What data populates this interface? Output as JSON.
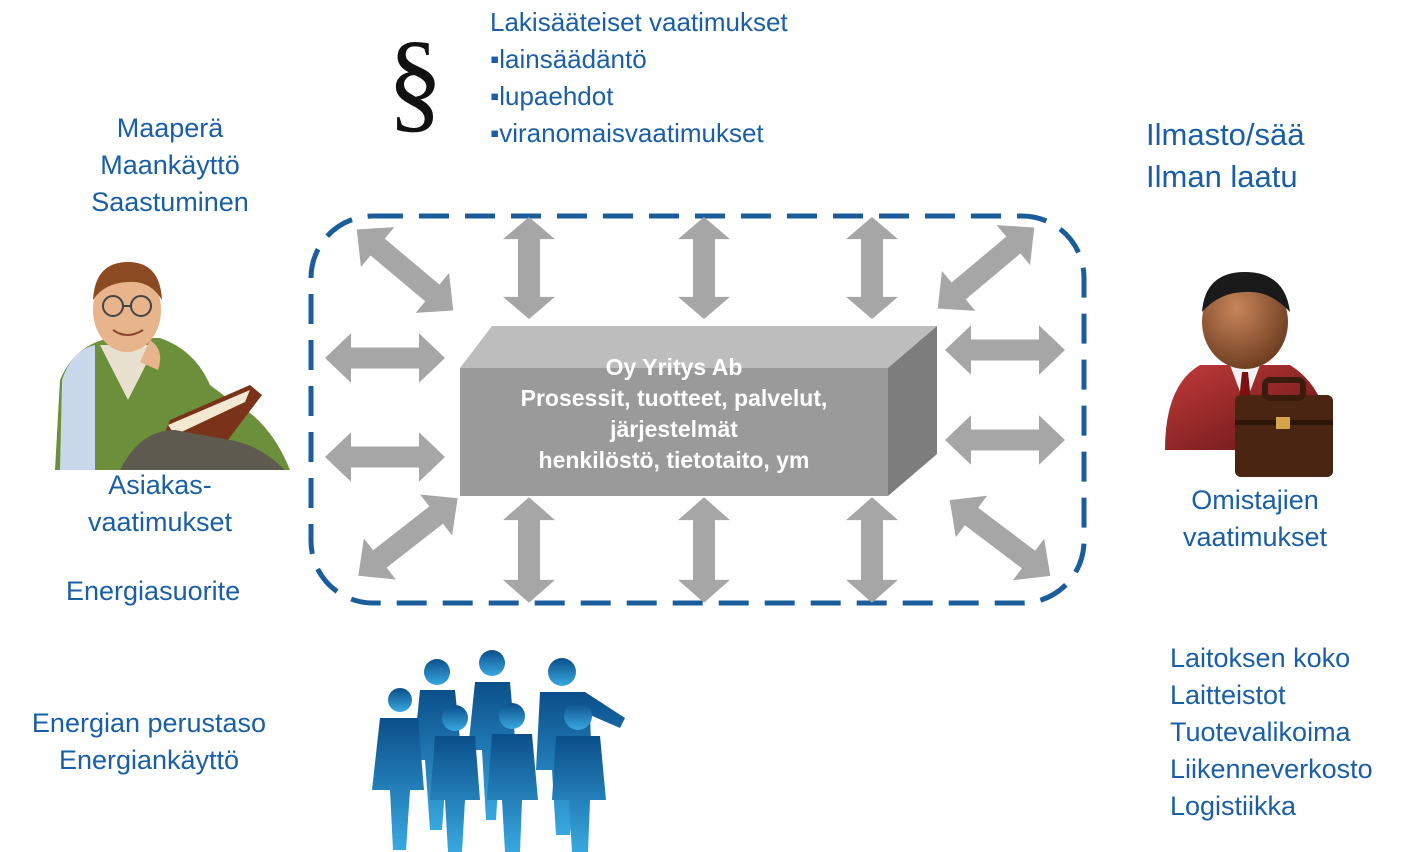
{
  "legal": {
    "symbol": "§",
    "title": "Lakisääteiset vaatimukset",
    "items": [
      "lainsäädäntö",
      "lupaehdot",
      "viranomaisvaatimukset"
    ]
  },
  "soil": [
    "Maaperä",
    "Maankäyttö",
    "Saastuminen"
  ],
  "climate": [
    "Ilmasto/sää",
    "Ilman laatu"
  ],
  "company": {
    "lines": [
      "Oy Yritys Ab",
      "Prosessit, tuotteet, palvelut,",
      "järjestelmät",
      "henkilöstö, tietotaito, ym"
    ]
  },
  "customer": [
    "Asiakas-",
    "vaatimukset"
  ],
  "energy_performance": "Energiasuorite",
  "owners": [
    "Omistajien",
    "vaatimukset"
  ],
  "energy": [
    "Energian perustaso",
    "Energiankäyttö"
  ],
  "facility": [
    "Laitoksen koko",
    "Laitteistot",
    "Tuotevalikoima",
    "Liikenneverkosto",
    "Logistiikka"
  ],
  "colors": {
    "text_blue": "#1a5fa5",
    "dash_blue": "#1b5c9b",
    "arrow_gray": "#a6a6a6",
    "box_front": "#9a9a9a",
    "box_top": "#bdbdbd",
    "box_side": "#7d7d7d"
  },
  "icons": [
    "section-sign-icon",
    "customer-reader-icon",
    "business-owner-icon",
    "people-group-icon"
  ]
}
